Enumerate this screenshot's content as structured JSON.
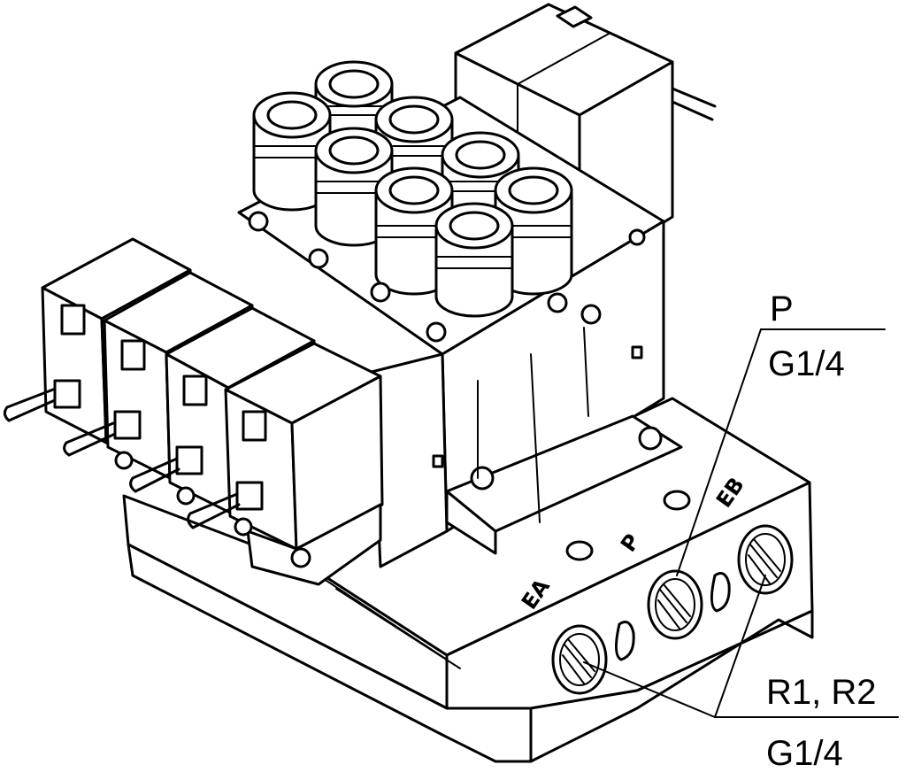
{
  "labels": {
    "p_name": "P",
    "p_thread": "G1/4",
    "r_name": "R1, R2",
    "r_thread": "G1/4",
    "port_ea": "EA",
    "port_p": "P",
    "port_eb": "EB"
  },
  "colors": {
    "ink": "#000000",
    "paper": "#ffffff"
  }
}
